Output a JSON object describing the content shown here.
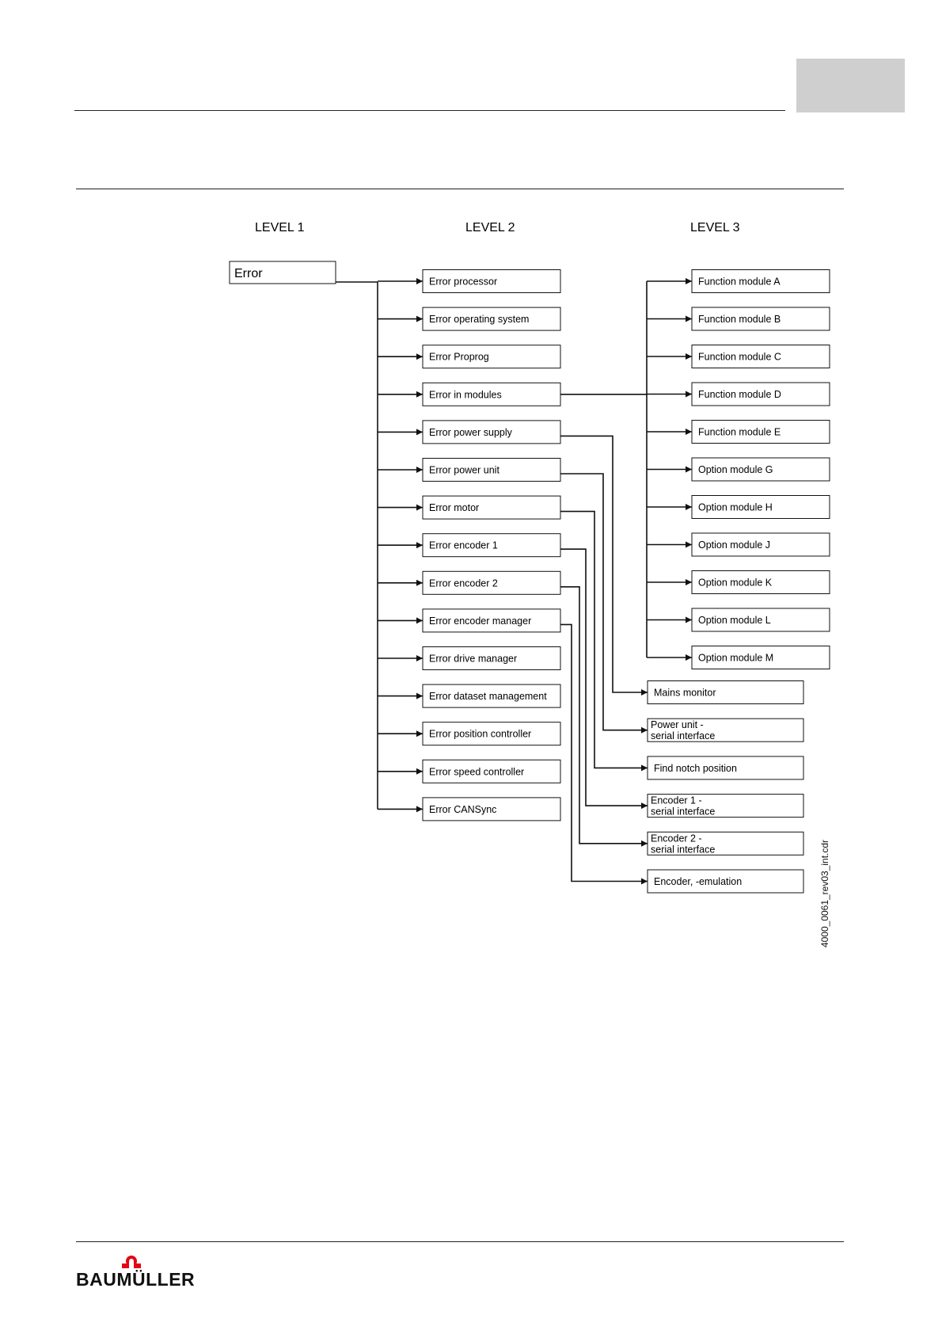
{
  "levels": [
    "LEVEL  1",
    "LEVEL 2",
    "LEVEL 3"
  ],
  "root": "Error",
  "level2": [
    "Error processor",
    "Error operating system",
    "Error Proprog",
    "Error in modules",
    "Error power supply",
    "Error power unit",
    "Error motor",
    "Error encoder 1",
    "Error encoder 2",
    "Error encoder manager",
    "Error drive manager",
    "Error dataset management",
    "Error position controller",
    "Error speed controller",
    "Error CANSync"
  ],
  "modules": [
    "Function module  A",
    "Function module B",
    "Function module C",
    "Function module D",
    "Function module E",
    "Option module G",
    "Option module H",
    "Option module J",
    "Option module K",
    "Option module L",
    "Option module M"
  ],
  "subsystems": [
    {
      "lines": [
        "Mains monitor"
      ],
      "parent": 4
    },
    {
      "lines": [
        "Power unit -",
        "serial interface"
      ],
      "parent": 5
    },
    {
      "lines": [
        "Find notch position"
      ],
      "parent": 6
    },
    {
      "lines": [
        "Encoder 1 -",
        "serial interface"
      ],
      "parent": 7
    },
    {
      "lines": [
        "Encoder 2 -",
        "serial interface"
      ],
      "parent": 8
    },
    {
      "lines": [
        "Encoder, -emulation"
      ],
      "parent": 9
    }
  ],
  "filename": "4000_0061_rev03_int.cdr",
  "logo_text": "BAUMÜLLER",
  "colors": {
    "line": "#111111",
    "tab": "#cfcfcf",
    "logo_red": "#e30613"
  }
}
